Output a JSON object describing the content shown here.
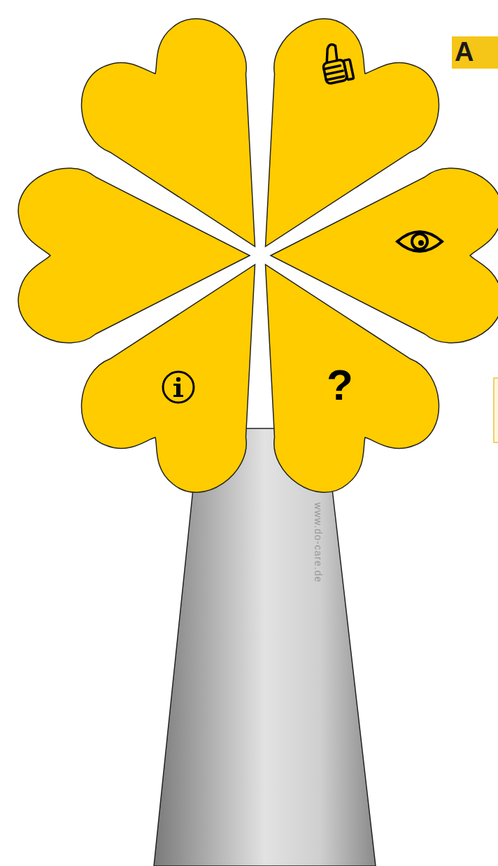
{
  "diagram": {
    "labels": [
      "A",
      "?",
      "www.do-care.de"
    ]
  }
}
